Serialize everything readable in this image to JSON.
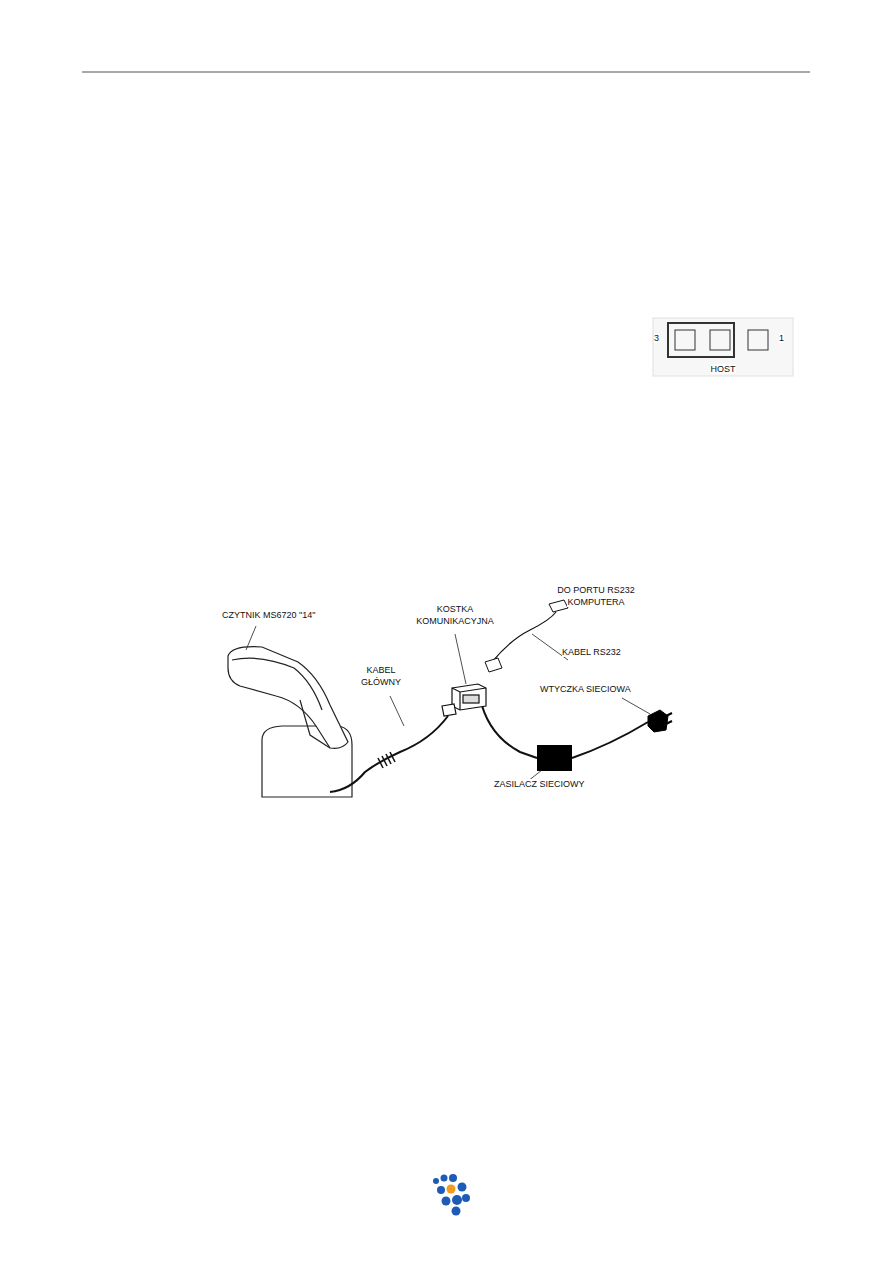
{
  "diagram": {
    "labels": [
      "3",
      "1",
      "HOST",
      "CZYTNIK MS6720 \"14\"",
      "KOSTKA KOMUNIKACYJNA",
      "DO PORTU RS232 KOMPUTERA",
      "KABEL RS232",
      "KABEL GŁÓWNY",
      "WTYCZKA SIECIOWA",
      "ZASILACZ SIECIOWY"
    ]
  }
}
